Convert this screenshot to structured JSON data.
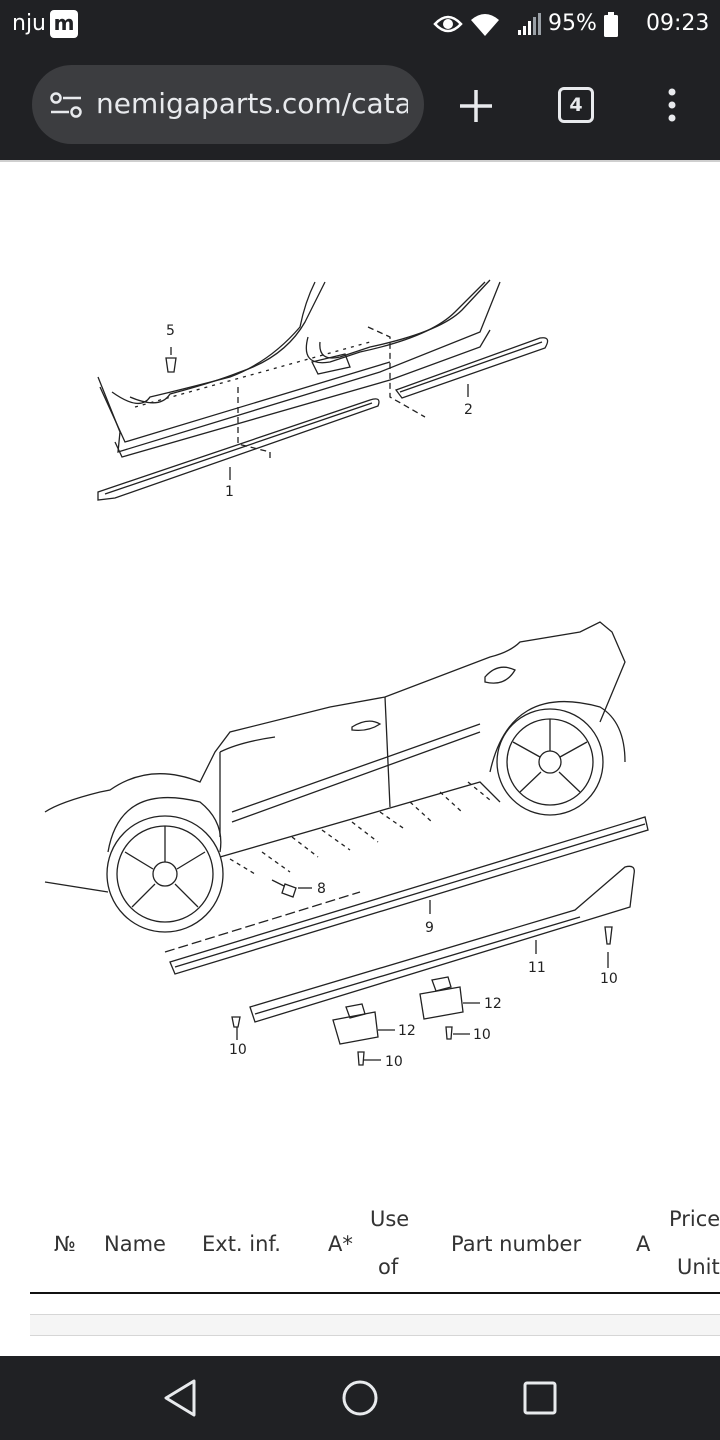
{
  "status_bar": {
    "carrier": "nju",
    "app_badge": "m",
    "battery_percent": "95%",
    "time": "09:23",
    "icons": [
      "eye-icon",
      "wifi-icon",
      "signal-icon",
      "battery-icon"
    ]
  },
  "browser": {
    "url": "nemigaparts.com/catalog",
    "tab_count": "4",
    "icons": [
      "tune-icon",
      "plus-icon",
      "tabs-icon",
      "more-vert-icon"
    ]
  },
  "diagram": {
    "labels": [
      "5",
      "2",
      "1",
      "8",
      "9",
      "11",
      "10",
      "10",
      "12",
      "12",
      "10",
      "10"
    ]
  },
  "parts_table": {
    "headers": {
      "no": "№",
      "name": "Name",
      "ext_inf": "Ext. inf.",
      "a_star": "A*",
      "use_line1": "Use",
      "use_line2": "of",
      "part_number": "Part number",
      "a": "A",
      "price_line1": "Price",
      "price_line2": "Unit"
    }
  },
  "nav_bar": {
    "icons": [
      "back-icon",
      "home-icon",
      "recents-icon"
    ]
  }
}
